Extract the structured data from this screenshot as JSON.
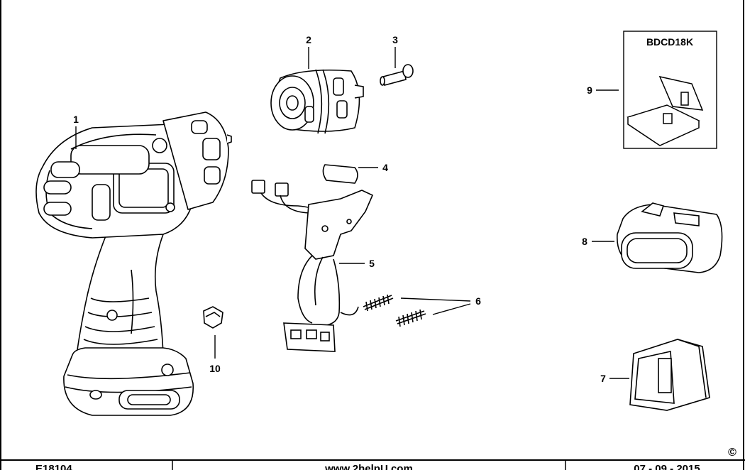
{
  "diagram": {
    "callouts": [
      {
        "id": "1",
        "label": "1"
      },
      {
        "id": "2",
        "label": "2"
      },
      {
        "id": "3",
        "label": "3"
      },
      {
        "id": "4",
        "label": "4"
      },
      {
        "id": "5",
        "label": "5"
      },
      {
        "id": "6",
        "label": "6"
      },
      {
        "id": "7",
        "label": "7"
      },
      {
        "id": "8",
        "label": "8"
      },
      {
        "id": "9",
        "label": "9"
      },
      {
        "id": "10",
        "label": "10"
      }
    ],
    "kit_box_title": "BDCD18K",
    "copyright_symbol": "©"
  },
  "footer": {
    "code": "E18104",
    "website": "www.2helpU.com",
    "date": "07 - 09 - 2015"
  }
}
